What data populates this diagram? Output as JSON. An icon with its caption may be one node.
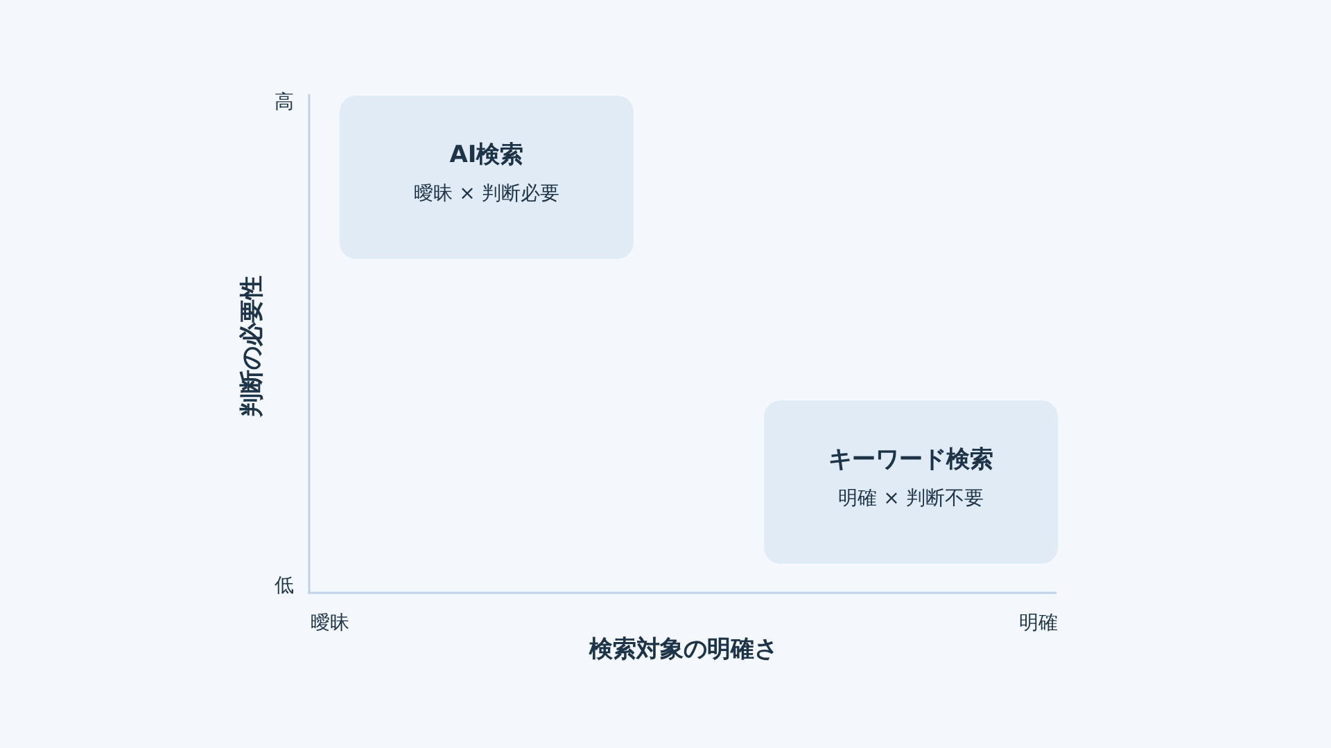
{
  "diagram": {
    "nodes": [
      {
        "text": [
          "AI検索",
          "曖昧 × 判断必要"
        ]
      },
      {
        "text": [
          "キーワード検索",
          "明確 × 判断不要"
        ]
      }
    ],
    "labels": [
      "高",
      "判断の必要性",
      "低",
      "曖昧",
      "明確",
      "検索対象の明確さ"
    ]
  }
}
